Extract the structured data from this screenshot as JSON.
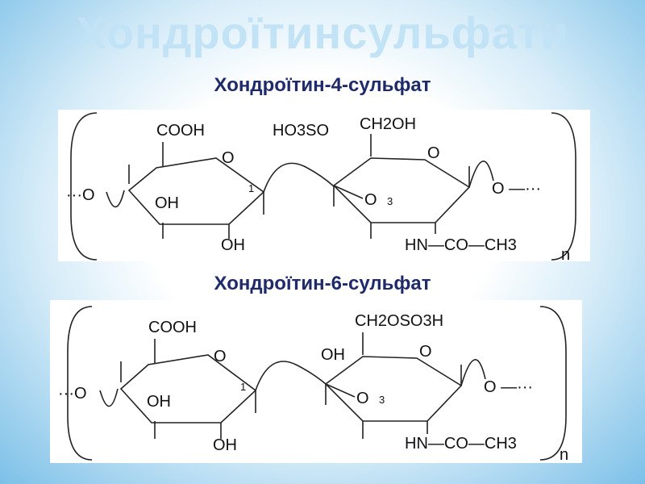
{
  "title": "Хондроїтинсульфати",
  "structures": [
    {
      "name": "Хондроїтин-4-сульфат",
      "labels": {
        "ring1_top": "COOH",
        "ring1_o": "O",
        "ring1_oh_mid": "OH",
        "ring1_oh_bottom": "OH",
        "left_link": "···O",
        "pos1": "1",
        "ring2_sub_left": "HO3SO",
        "ring2_sub_top": "CH2OH",
        "ring2_o": "O",
        "ring2_o3": "O",
        "pos3": "3",
        "right_link": "O —···",
        "amide": "HN—CO—CH3",
        "repeat": "n"
      }
    },
    {
      "name": "Хондроїтин-6-сульфат",
      "labels": {
        "ring1_top": "COOH",
        "ring1_o": "O",
        "ring1_oh_mid": "OH",
        "ring1_oh_bottom": "OH",
        "left_link": "···O",
        "pos1": "1",
        "ring2_sub_left": "OH",
        "ring2_sub_top": "CH2OSO3H",
        "ring2_o": "O",
        "ring2_o3": "O",
        "pos3": "3",
        "right_link": "O —···",
        "amide": "HN—CO—CH3",
        "repeat": "n"
      }
    }
  ]
}
